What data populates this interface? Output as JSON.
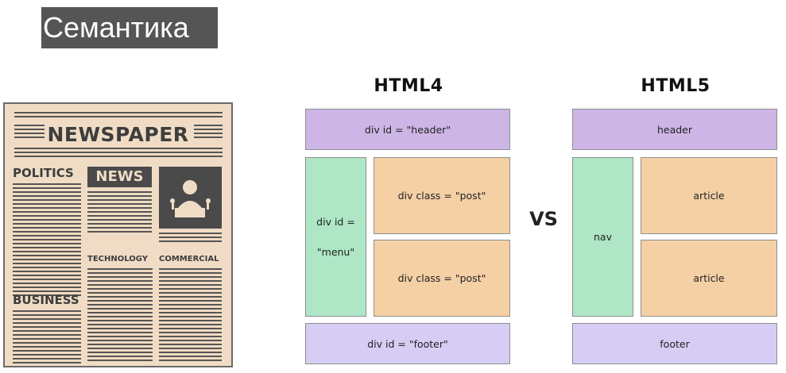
{
  "slide": {
    "title": "Семантика"
  },
  "newspaper": {
    "title": "NEWSPAPER",
    "sections": {
      "politics": "POLITICS",
      "news": "NEWS",
      "technology": "TECHNOLOGY",
      "commercial": "COMMERCIAL",
      "business": "BUSINESS"
    }
  },
  "html4": {
    "title": "HTML4",
    "header": "div id = \"header\"",
    "menu_line1": "div id =",
    "menu_line2": "\"menu\"",
    "post1": "div class = \"post\"",
    "post2": "div class = \"post\"",
    "footer": "div id = \"footer\""
  },
  "vs": "VS",
  "html5": {
    "title": "HTML5",
    "header": "header",
    "nav": "nav",
    "article1": "article",
    "article2": "article",
    "footer": "footer"
  },
  "colors": {
    "header_purple": "#cdb6e6",
    "footer_purple": "#d7ccf3",
    "nav_green": "#aee6c6",
    "content_orange": "#f5d0a5",
    "title_bg": "#555555",
    "paper_bg": "#f0dcc4"
  },
  "icons": [
    "reporter-icon"
  ]
}
